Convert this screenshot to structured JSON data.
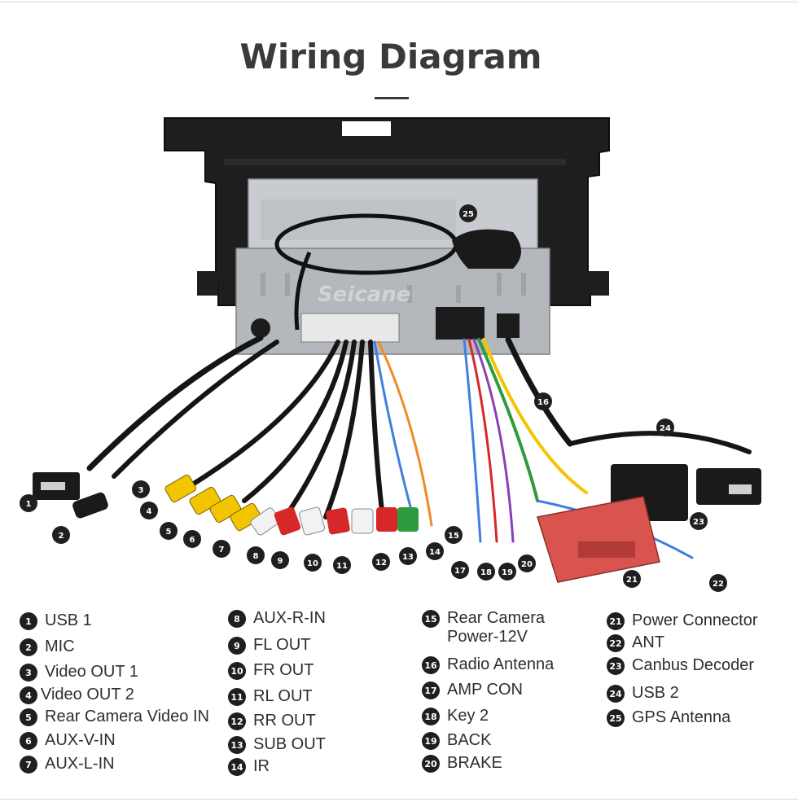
{
  "header": {
    "title": "Wiring Diagram"
  },
  "watermark": "Seicane",
  "legend": [
    {
      "num": "1",
      "label": "USB 1"
    },
    {
      "num": "2",
      "label": "MIC"
    },
    {
      "num": "3",
      "label": "Video OUT 1"
    },
    {
      "num": "4",
      "label": "Video OUT 2"
    },
    {
      "num": "5",
      "label": "Rear Camera Video IN"
    },
    {
      "num": "6",
      "label": "AUX-V-IN"
    },
    {
      "num": "7",
      "label": "AUX-L-IN"
    },
    {
      "num": "8",
      "label": "AUX-R-IN"
    },
    {
      "num": "9",
      "label": "FL OUT"
    },
    {
      "num": "10",
      "label": "FR OUT"
    },
    {
      "num": "11",
      "label": "RL OUT"
    },
    {
      "num": "12",
      "label": "RR OUT"
    },
    {
      "num": "13",
      "label": "SUB OUT"
    },
    {
      "num": "14",
      "label": "IR"
    },
    {
      "num": "15",
      "label": "Rear Camera\nPower-12V"
    },
    {
      "num": "16",
      "label": "Radio Antenna"
    },
    {
      "num": "17",
      "label": "AMP CON"
    },
    {
      "num": "18",
      "label": "Key 2"
    },
    {
      "num": "19",
      "label": "BACK"
    },
    {
      "num": "20",
      "label": "BRAKE"
    },
    {
      "num": "21",
      "label": "Power Connector"
    },
    {
      "num": "22",
      "label": "ANT"
    },
    {
      "num": "23",
      "label": "Canbus Decoder"
    },
    {
      "num": "24",
      "label": "USB 2"
    },
    {
      "num": "25",
      "label": "GPS Antenna"
    }
  ],
  "colors": {
    "bezel": "#1e1e1e",
    "chassis": "#b9bcc0",
    "rca_yellow": "#f2c500",
    "rca_red": "#d62828",
    "rca_white": "#f2f2f2",
    "rca_green": "#2e9b3e",
    "power_connector": "#d9534f",
    "wire_blue": "#3f7fe0",
    "wire_orange": "#f08a24",
    "badge": "#1f1f1f"
  },
  "icons": {
    "usb": "usb-connector-icon",
    "mic": "mic-jack-icon",
    "gps": "gps-puck-icon"
  }
}
